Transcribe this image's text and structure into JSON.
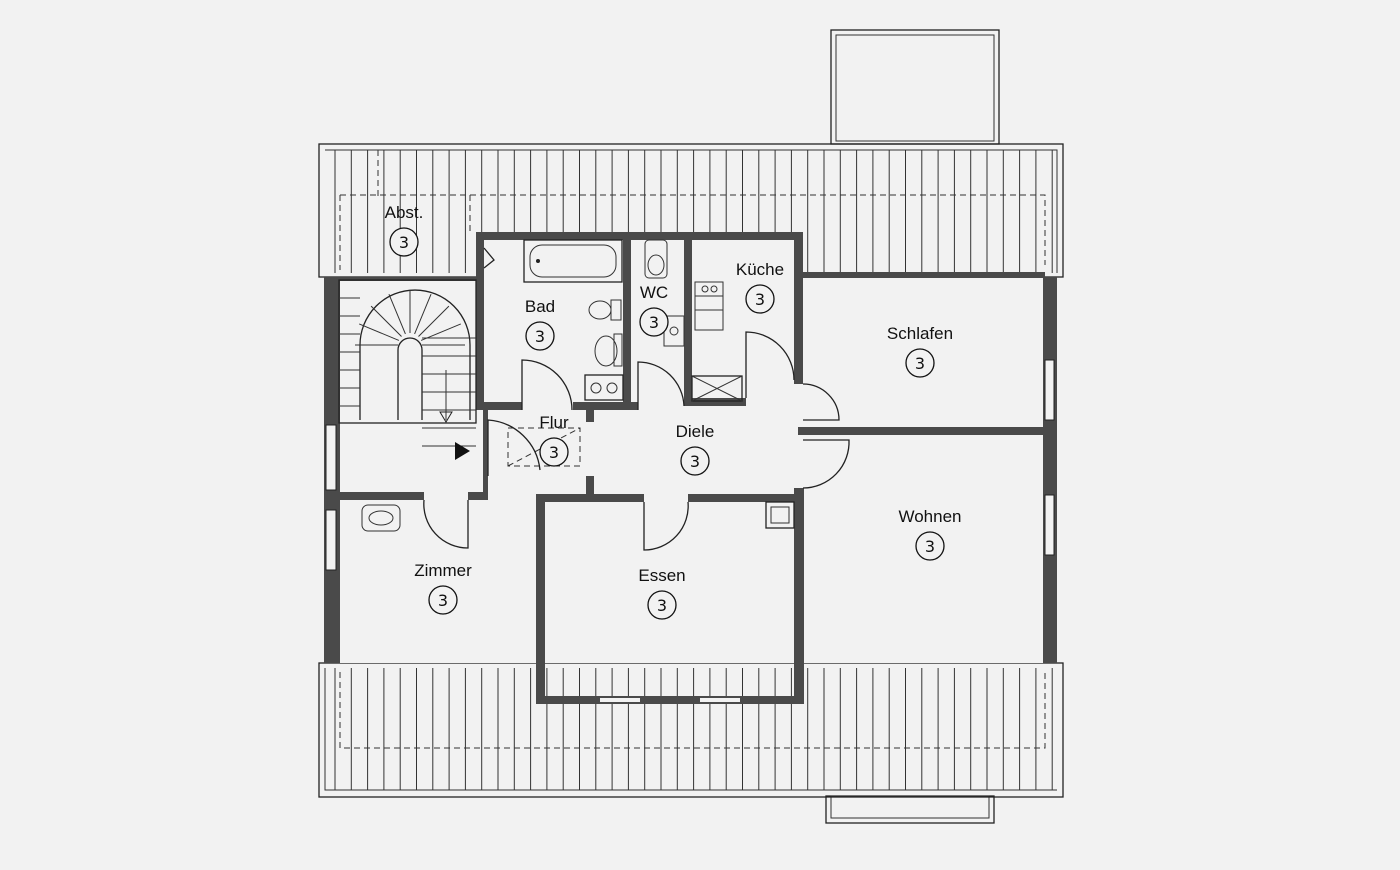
{
  "rooms": [
    {
      "id": "abst",
      "name": "Abst.",
      "number": "3"
    },
    {
      "id": "bad",
      "name": "Bad",
      "number": "3"
    },
    {
      "id": "wc",
      "name": "WC",
      "number": "3"
    },
    {
      "id": "kueche",
      "name": "Küche",
      "number": "3"
    },
    {
      "id": "schlafen",
      "name": "Schlafen",
      "number": "3"
    },
    {
      "id": "flur",
      "name": "Flur",
      "number": "3"
    },
    {
      "id": "diele",
      "name": "Diele",
      "number": "3"
    },
    {
      "id": "wohnen",
      "name": "Wohnen",
      "number": "3"
    },
    {
      "id": "zimmer",
      "name": "Zimmer",
      "number": "3"
    },
    {
      "id": "essen",
      "name": "Essen",
      "number": "3"
    }
  ]
}
